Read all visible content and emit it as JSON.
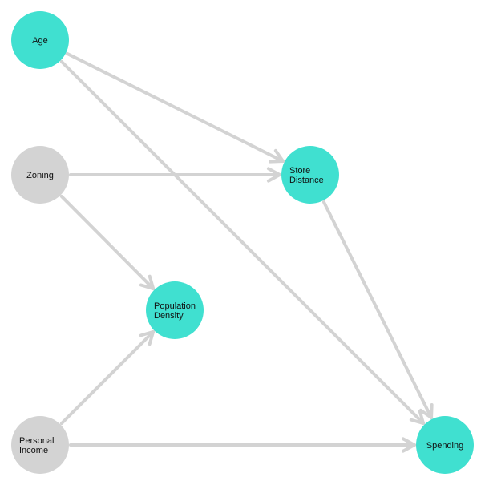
{
  "colors": {
    "highlighted_node": "#40E0D0",
    "plain_node": "#D3D3D3",
    "edge": "#D3D3D3",
    "label": "#111111"
  },
  "nodes": [
    {
      "id": "age",
      "lines": [
        "Age"
      ],
      "highlighted": true
    },
    {
      "id": "zoning",
      "lines": [
        "Zoning"
      ],
      "highlighted": false
    },
    {
      "id": "store_distance",
      "lines": [
        "Store",
        "Distance"
      ],
      "highlighted": true
    },
    {
      "id": "population_density",
      "lines": [
        "Population",
        "Density"
      ],
      "highlighted": true
    },
    {
      "id": "personal_income",
      "lines": [
        "Personal",
        "Income"
      ],
      "highlighted": false
    },
    {
      "id": "spending",
      "lines": [
        "Spending"
      ],
      "highlighted": true
    }
  ],
  "edges": [
    {
      "from": "age",
      "to": "store_distance"
    },
    {
      "from": "age",
      "to": "spending"
    },
    {
      "from": "zoning",
      "to": "store_distance"
    },
    {
      "from": "zoning",
      "to": "population_density"
    },
    {
      "from": "store_distance",
      "to": "spending"
    },
    {
      "from": "personal_income",
      "to": "population_density"
    },
    {
      "from": "personal_income",
      "to": "spending"
    }
  ]
}
